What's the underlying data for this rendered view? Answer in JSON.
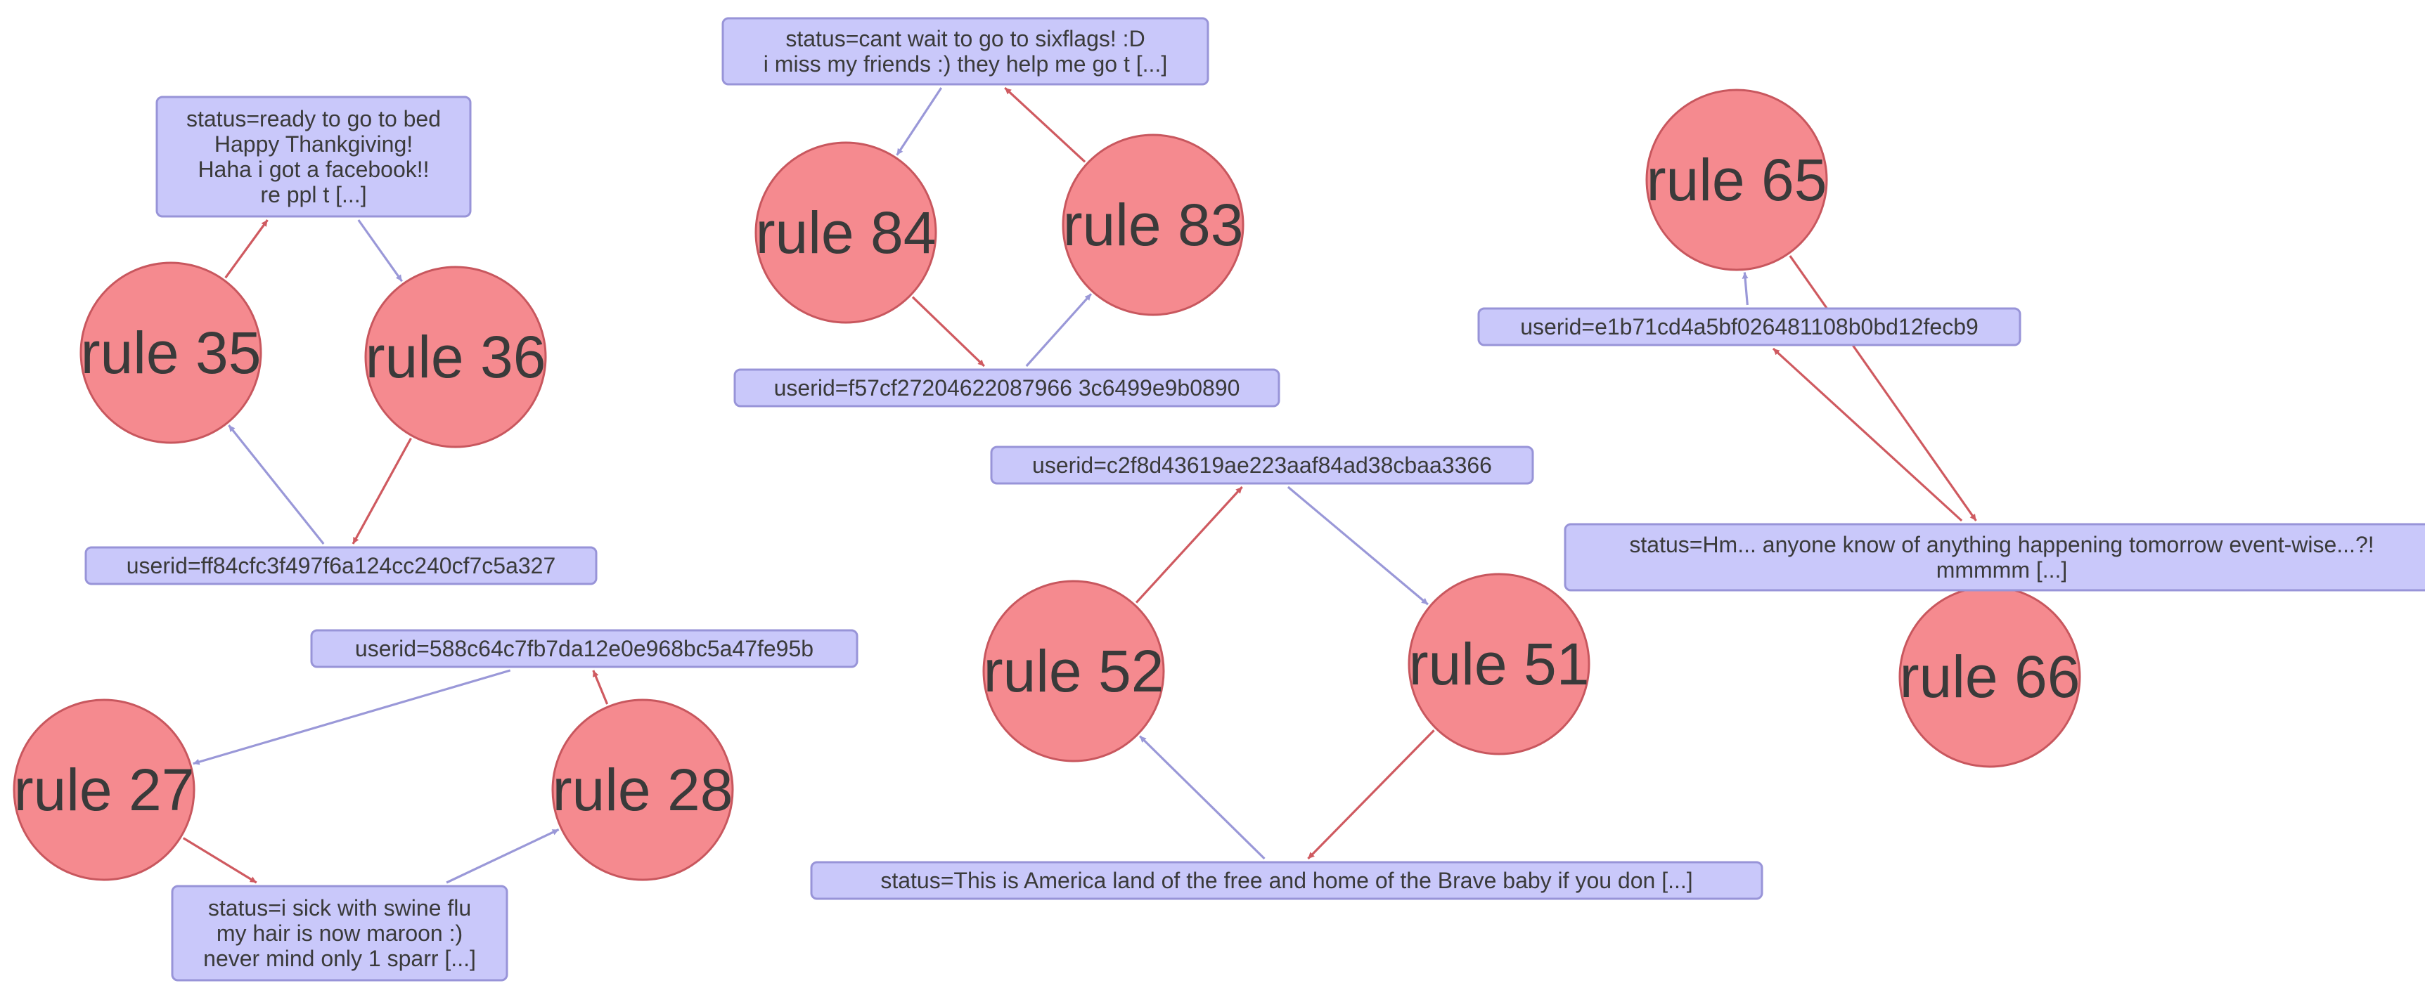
{
  "colors": {
    "rule_node_fill": "#f58a8f",
    "rule_node_stroke": "#c8575e",
    "data_node_fill": "#c9c8fa",
    "data_node_stroke": "#9894d8",
    "edge_red": "#cf5a60",
    "edge_blue": "#9a98d8",
    "text": "#3a3a3a"
  },
  "rule_nodes": [
    {
      "id": "r35",
      "label": "rule 35"
    },
    {
      "id": "r36",
      "label": "rule 36"
    },
    {
      "id": "r84",
      "label": "rule 84"
    },
    {
      "id": "r83",
      "label": "rule 83"
    },
    {
      "id": "r65",
      "label": "rule 65"
    },
    {
      "id": "r66",
      "label": "rule 66"
    },
    {
      "id": "r52",
      "label": "rule 52"
    },
    {
      "id": "r51",
      "label": "rule 51"
    },
    {
      "id": "r27",
      "label": "rule 27"
    },
    {
      "id": "r28",
      "label": "rule 28"
    }
  ],
  "data_nodes": [
    {
      "id": "s_bed",
      "lines": [
        "status=ready to go to bed",
        "Happy Thankgiving!",
        "Haha i got a facebook!!",
        "re ppl t [...]"
      ]
    },
    {
      "id": "u_ff84",
      "lines": [
        "userid=ff84cfc3f497f6a124cc240cf7c5a327"
      ]
    },
    {
      "id": "s_sixflags",
      "lines": [
        "status=cant wait to go to sixflags! :D",
        "i miss my friends :) they help me go t [...]"
      ]
    },
    {
      "id": "u_f57c",
      "lines": [
        "userid=f57cf27204622087966 3c6499e9b0890"
      ]
    },
    {
      "id": "u_e1b7",
      "lines": [
        "userid=e1b71cd4a5bf026481108b0bd12fecb9"
      ]
    },
    {
      "id": "s_hm",
      "lines": [
        "status=Hm... anyone know of anything happening tomorrow event-wise...?!",
        "mmmmm [...]"
      ]
    },
    {
      "id": "u_c2f8",
      "lines": [
        "userid=c2f8d43619ae223aaf84ad38cbaa3366"
      ]
    },
    {
      "id": "s_america",
      "lines": [
        "status=This is America land of the free and home of the Brave baby if you don [...]"
      ]
    },
    {
      "id": "u_588c",
      "lines": [
        "userid=588c64c7fb7da12e0e968bc5a47fe95b"
      ]
    },
    {
      "id": "s_swine",
      "lines": [
        "status=i sick with swine flu",
        "my hair is now maroon :)",
        "never mind only 1 sparr [...]"
      ]
    }
  ],
  "edges": [
    {
      "from": "r35",
      "to": "s_bed",
      "color": "red"
    },
    {
      "from": "s_bed",
      "to": "r36",
      "color": "blue"
    },
    {
      "from": "r36",
      "to": "u_ff84",
      "color": "red"
    },
    {
      "from": "u_ff84",
      "to": "r35",
      "color": "blue"
    },
    {
      "from": "s_sixflags",
      "to": "r84",
      "color": "blue"
    },
    {
      "from": "r84",
      "to": "u_f57c",
      "color": "red"
    },
    {
      "from": "u_f57c",
      "to": "r83",
      "color": "blue"
    },
    {
      "from": "r83",
      "to": "s_sixflags",
      "color": "red"
    },
    {
      "from": "u_e1b7",
      "to": "r65",
      "color": "blue"
    },
    {
      "from": "r65",
      "to": "s_hm",
      "color": "red"
    },
    {
      "from": "s_hm",
      "to": "r66",
      "color": "blue"
    },
    {
      "from": "s_hm",
      "to": "u_e1b7",
      "color": "red"
    },
    {
      "from": "r52",
      "to": "u_c2f8",
      "color": "red"
    },
    {
      "from": "u_c2f8",
      "to": "r51",
      "color": "blue"
    },
    {
      "from": "r51",
      "to": "s_america",
      "color": "red"
    },
    {
      "from": "s_america",
      "to": "r52",
      "color": "blue"
    },
    {
      "from": "u_588c",
      "to": "r27",
      "color": "blue"
    },
    {
      "from": "r27",
      "to": "s_swine",
      "color": "red"
    },
    {
      "from": "s_swine",
      "to": "r28",
      "color": "blue"
    },
    {
      "from": "r28",
      "to": "u_588c",
      "color": "red"
    }
  ]
}
